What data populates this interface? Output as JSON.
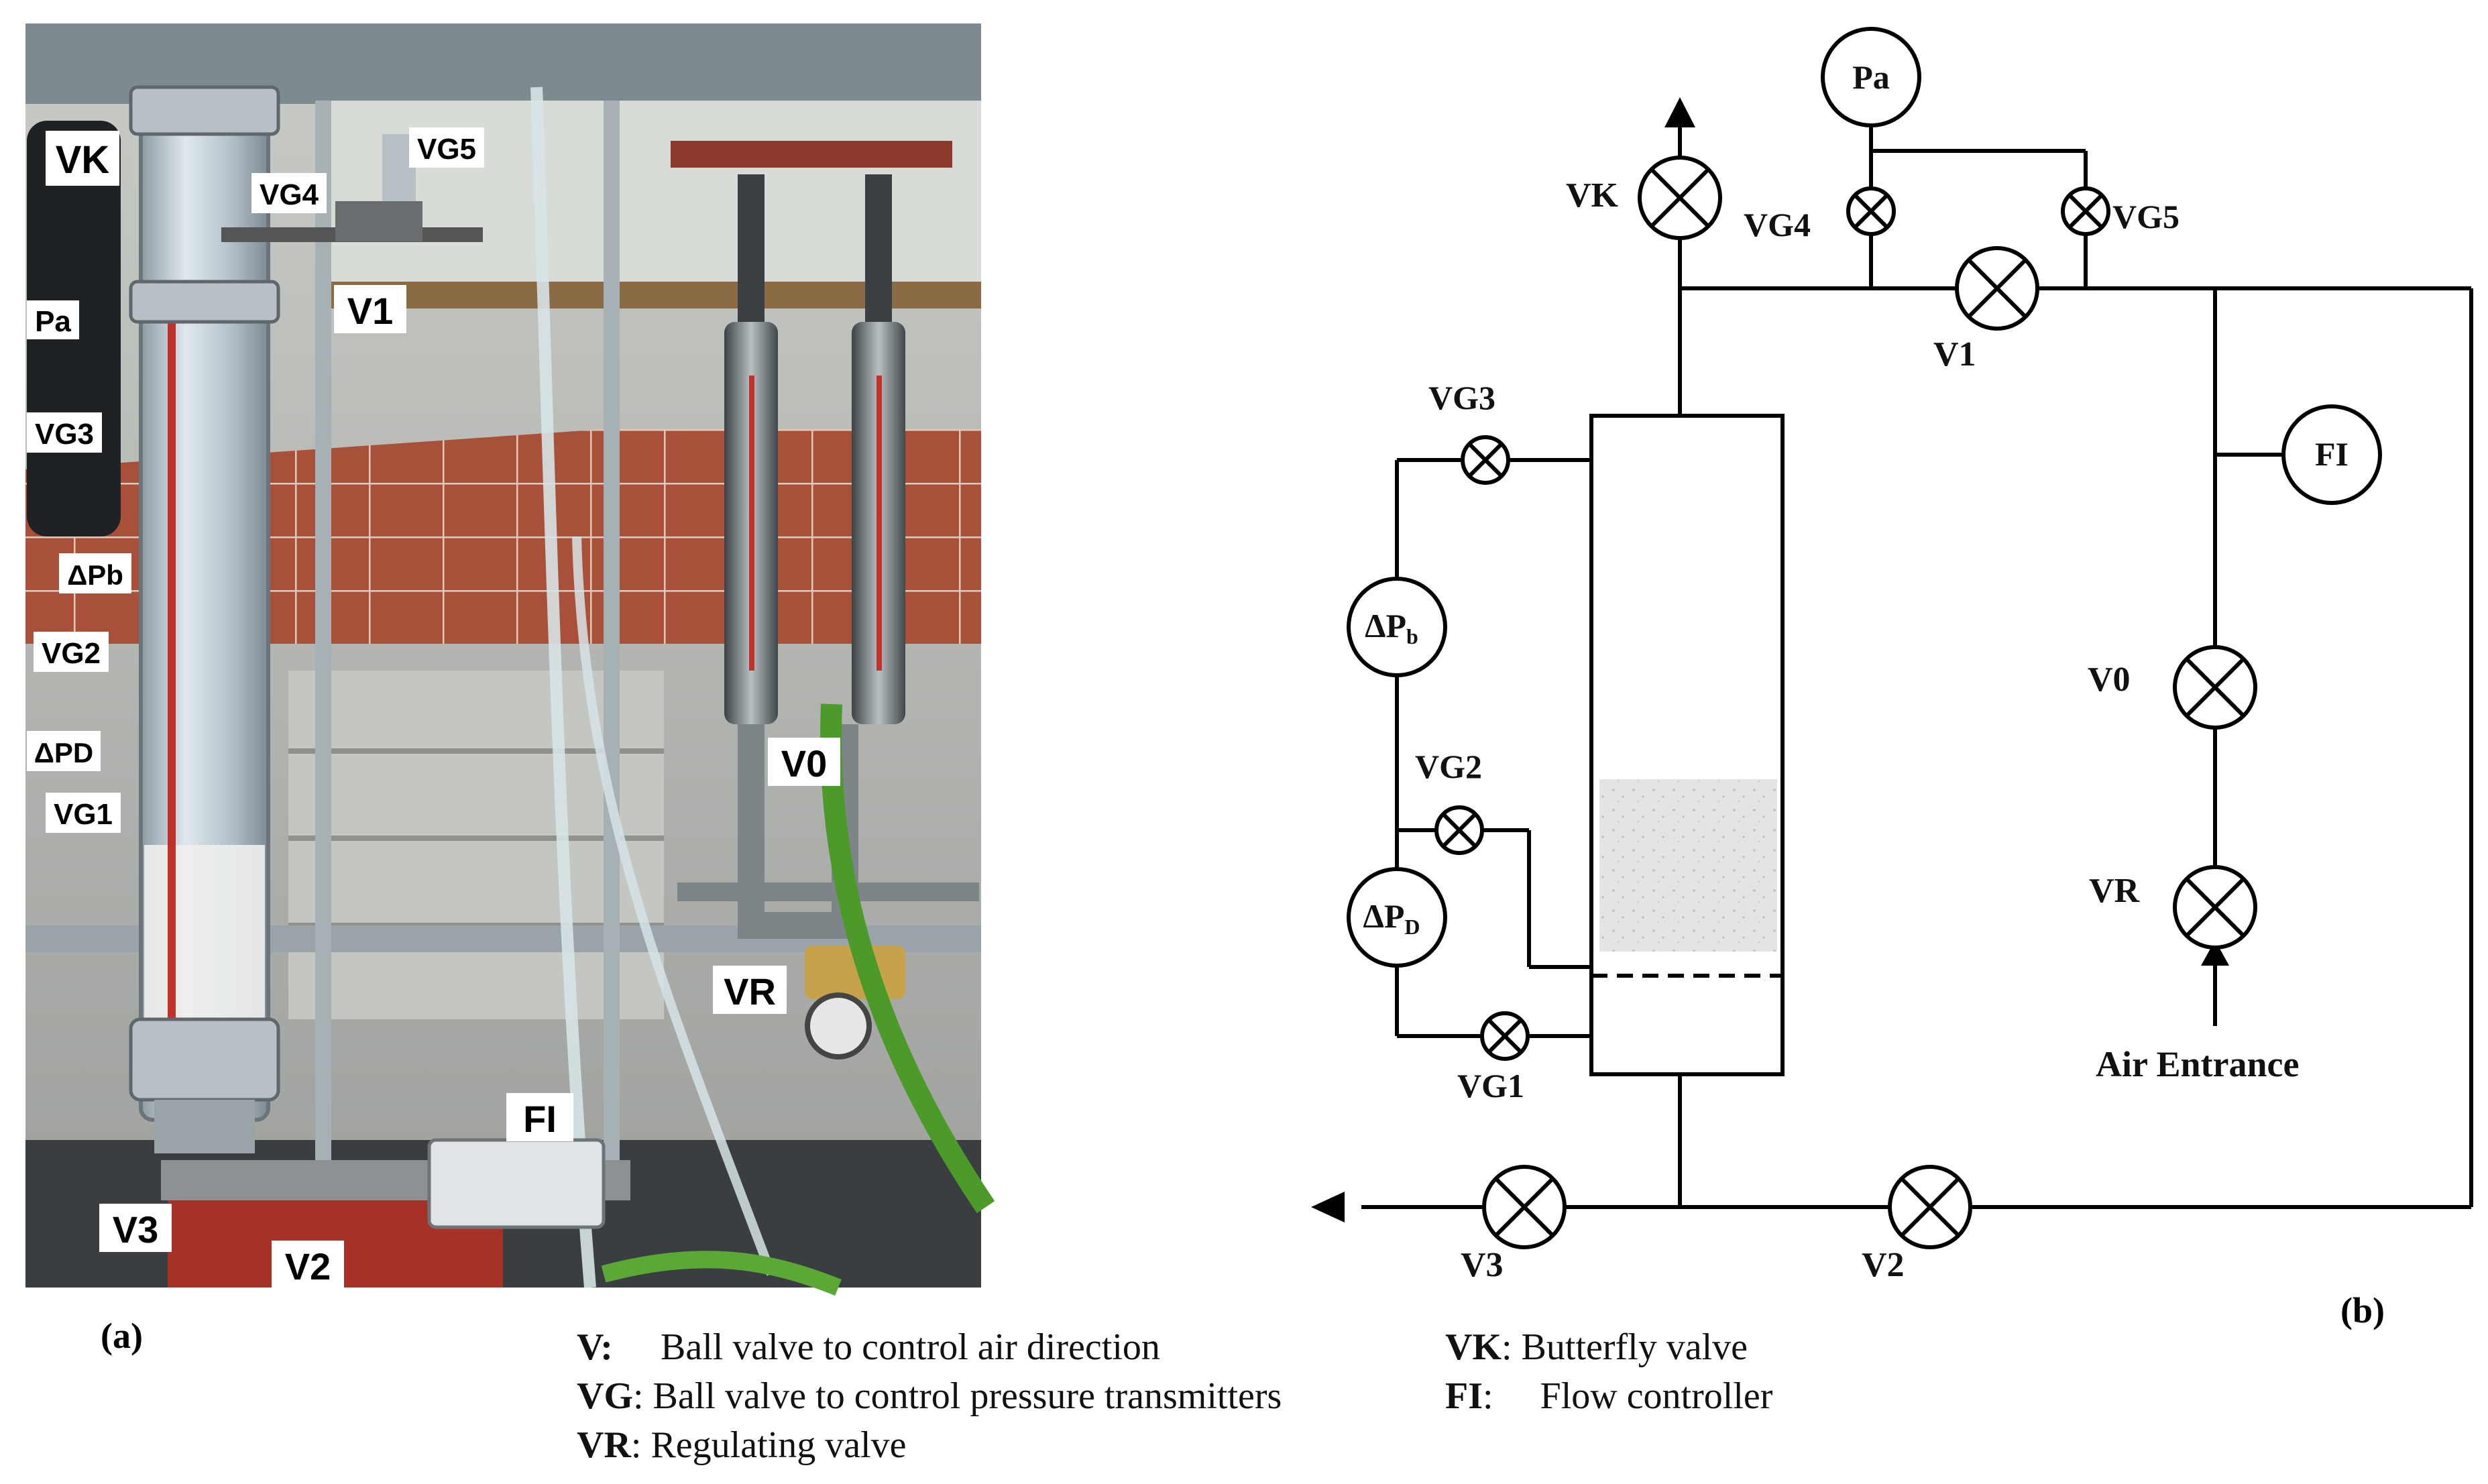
{
  "panels": {
    "a": "(a)",
    "b": "(b)"
  },
  "photo_labels": {
    "VK": "VK",
    "VG5": "VG5",
    "VG4": "VG4",
    "V1": "V1",
    "Pa": "Pa",
    "VG3": "VG3",
    "dPb": "ΔPb",
    "VG2": "VG2",
    "dPD": "ΔPD",
    "VG1": "VG1",
    "V0": "V0",
    "VR": "VR",
    "FI": "FI",
    "V3": "V3",
    "V2": "V2"
  },
  "schematic": {
    "Pa": "Pa",
    "VK": "VK",
    "VG4": "VG4",
    "VG5": "VG5",
    "V1": "V1",
    "VG3": "VG3",
    "FI": "FI",
    "dPb_main": "ΔP",
    "dPb_sub": "b",
    "V0": "V0",
    "VG2": "VG2",
    "dPD_main": "ΔP",
    "dPD_sub": "D",
    "VR": "VR",
    "VG1": "VG1",
    "air_entrance": "Air Entrance",
    "V3": "V3",
    "V2": "V2"
  },
  "legend": [
    {
      "key": "V:",
      "desc": "Ball valve to control air direction"
    },
    {
      "key": "VG",
      "desc": ": Ball valve to control pressure transmitters"
    },
    {
      "key": "VR",
      "desc": ": Regulating valve"
    },
    {
      "key": "VK",
      "desc": ":  Butterfly valve"
    },
    {
      "key": "FI",
      "desc": ":     Flow controller"
    }
  ],
  "colors": {
    "ink": "#000000",
    "background": "#ffffff",
    "photo_dark": "#3a3d3f",
    "tile_red": "#a8503a",
    "column_glass": "#c9d6de",
    "scale_red": "#c0312a",
    "hose_green": "#4c9a2a",
    "brass": "#c6a24a"
  }
}
